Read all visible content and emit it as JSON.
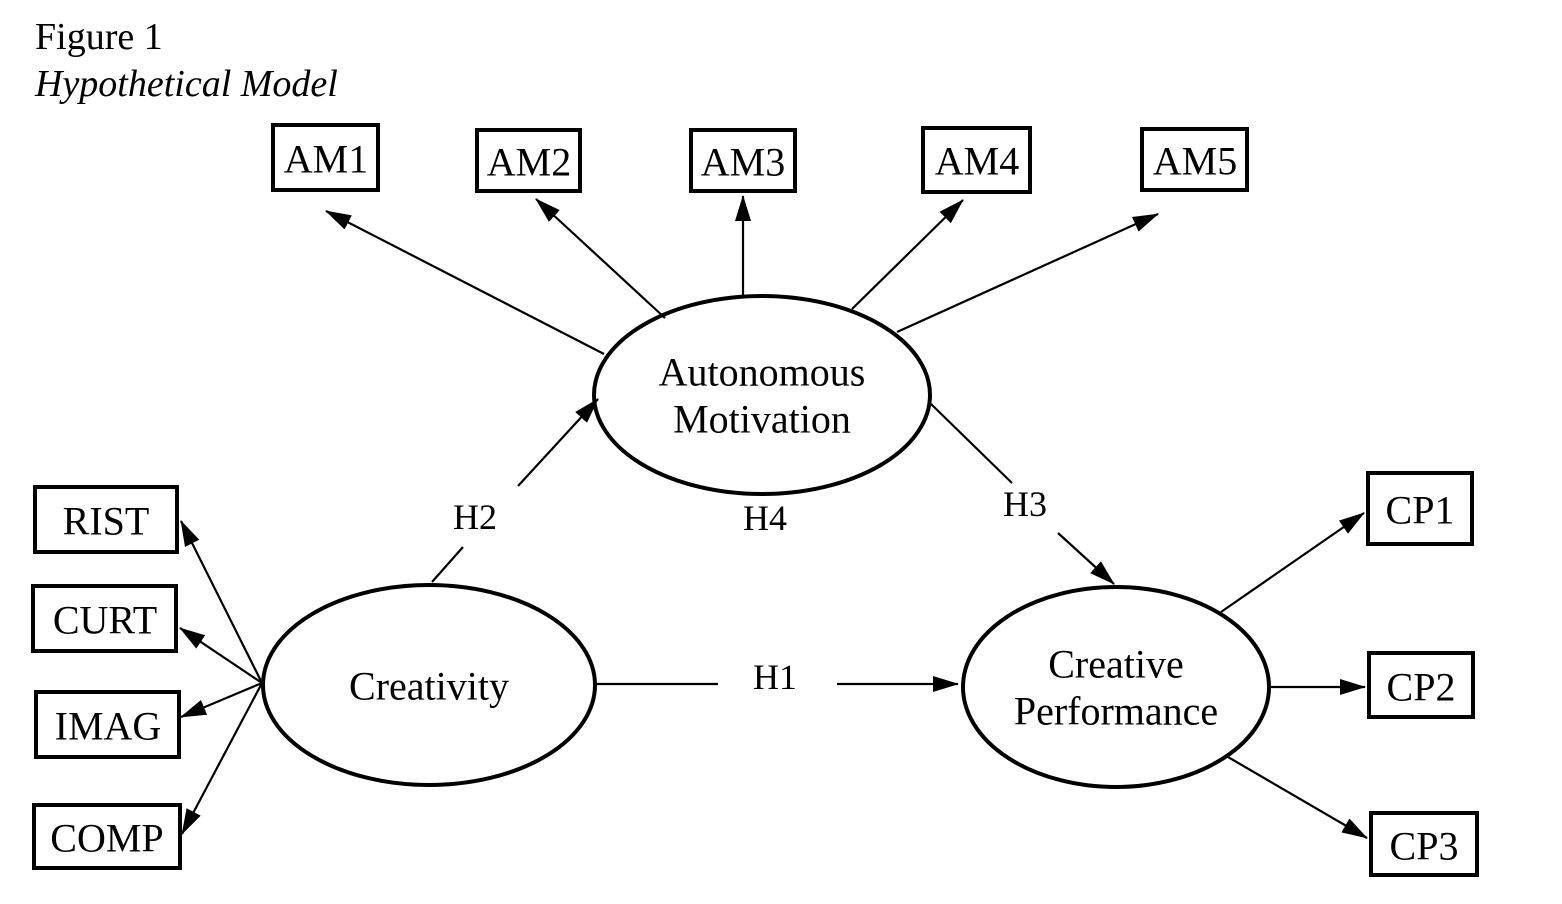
{
  "header": {
    "figure_label": "Figure 1",
    "figure_title": "Hypothetical Model"
  },
  "latents": {
    "autonomous_motivation": {
      "label": "Autonomous Motivation",
      "line1": "Autonomous",
      "line2": "Motivation"
    },
    "creativity": {
      "label": "Creativity"
    },
    "creative_performance": {
      "label": "Creative Performance",
      "line1": "Creative",
      "line2": "Performance"
    }
  },
  "indicators": {
    "am": [
      "AM1",
      "AM2",
      "AM3",
      "AM4",
      "AM5"
    ],
    "creativity": [
      "RIST",
      "CURT",
      "IMAG",
      "COMP"
    ],
    "cp": [
      "CP1",
      "CP2",
      "CP3"
    ]
  },
  "hypotheses": {
    "h1": {
      "label": "H1",
      "from": "Creativity",
      "to": "Creative Performance"
    },
    "h2": {
      "label": "H2",
      "from": "Creativity",
      "to": "Autonomous Motivation"
    },
    "h3": {
      "label": "H3",
      "from": "Autonomous Motivation",
      "to": "Creative Performance"
    },
    "h4": {
      "label": "H4"
    }
  },
  "colors": {
    "line": "#000000",
    "shape_fill": "#ffffff",
    "text": "#000000",
    "background": "#ffffff"
  }
}
